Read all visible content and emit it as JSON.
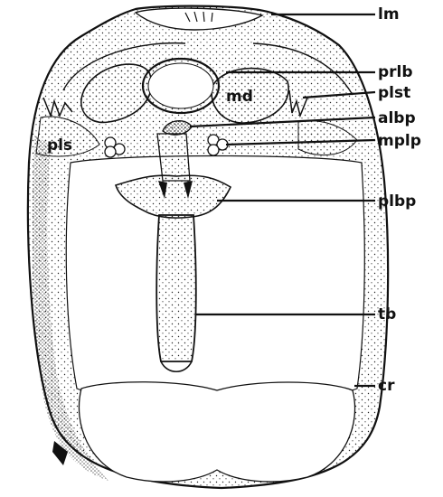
{
  "labels": {
    "lm": "lm",
    "prlb": "prlb",
    "plst": "plst",
    "md": "md",
    "albp": "albp",
    "pls": "pls",
    "mplp": "mplp",
    "plbp": "plbp",
    "tb": "tb",
    "cr": "cr"
  }
}
